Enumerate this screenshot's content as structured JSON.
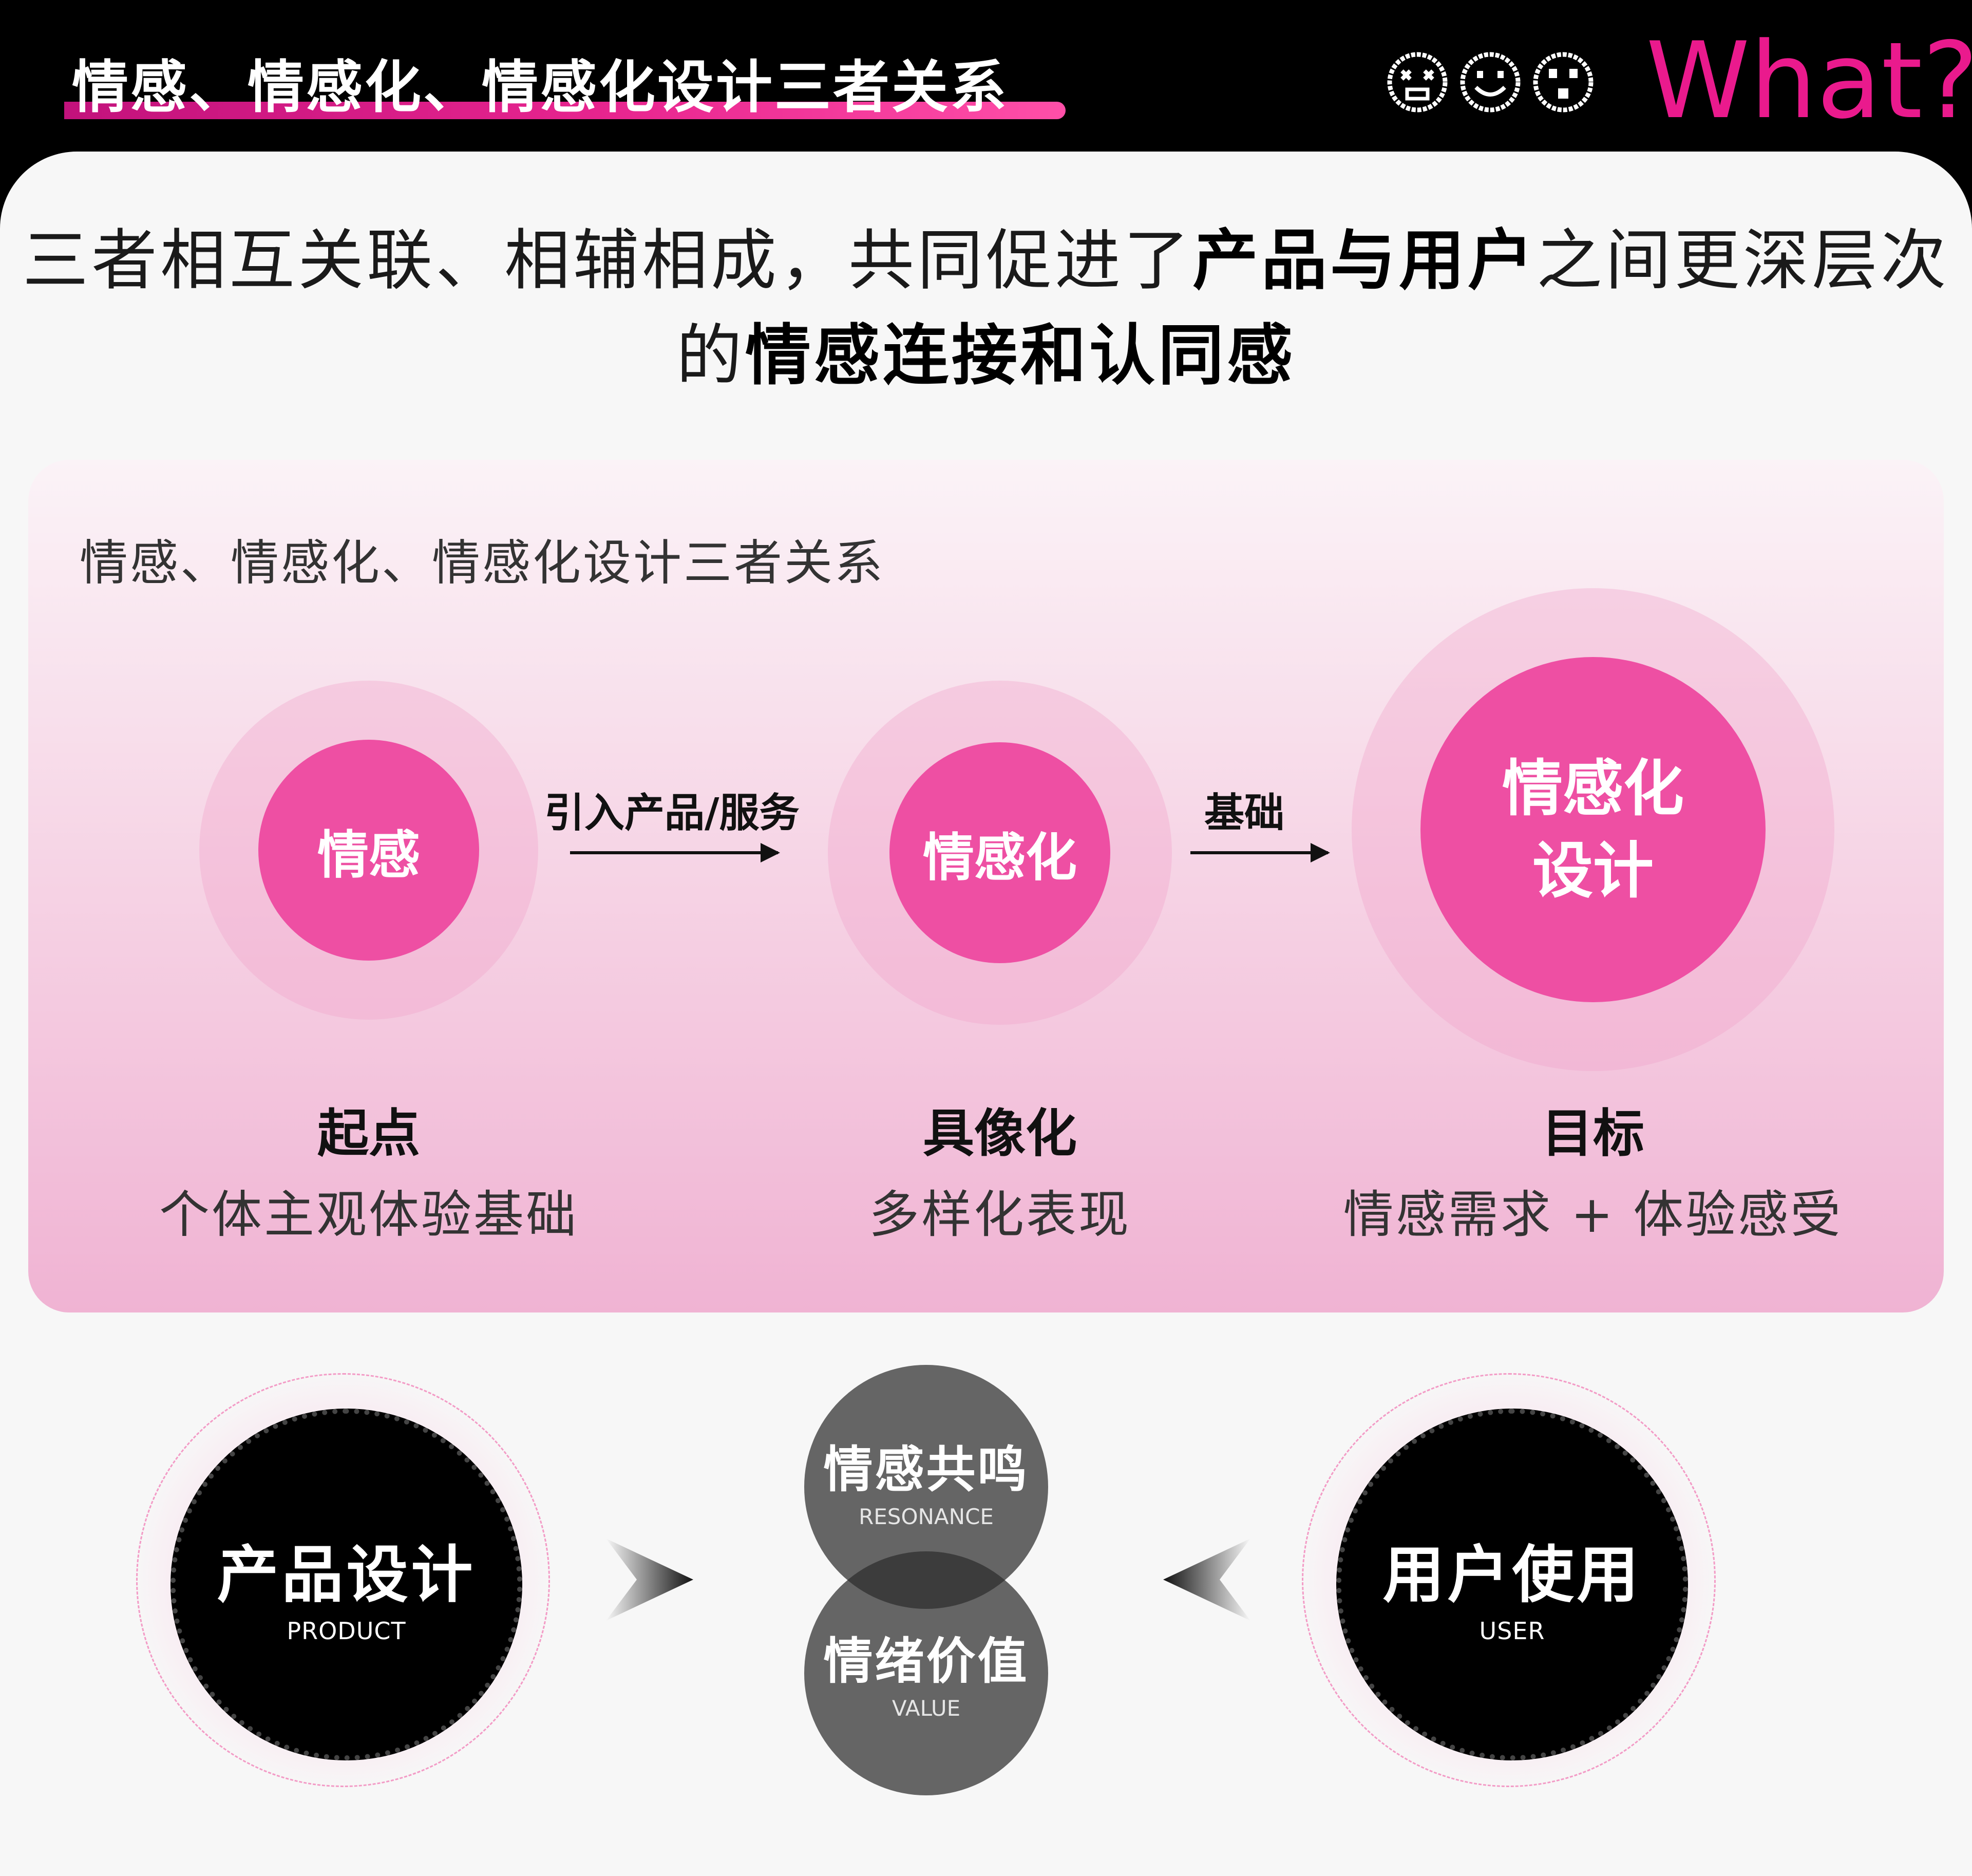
{
  "header": {
    "title": "情感、情感化、情感化设计三者关系",
    "what_label": "What?",
    "icons": [
      "dizzy-face-icon",
      "smiley-face-icon",
      "surprised-face-icon"
    ],
    "accent_color": "#ea1a8d"
  },
  "intro": {
    "line1_pre": "三者相互关联、相辅相成，共同促进了",
    "line1_bold": "产品与用户",
    "line1_post": "之间更深层次",
    "line2_pre": "的",
    "line2_bold": "情感连接和认同感"
  },
  "relation_box": {
    "title": "情感、情感化、情感化设计三者关系",
    "stages": [
      {
        "circle_label": "情感",
        "title": "起点",
        "desc": "个体主观体验基础"
      },
      {
        "circle_label": "情感化",
        "title": "具像化",
        "desc": "多样化表现"
      },
      {
        "circle_label_line1": "情感化",
        "circle_label_line2": "设计",
        "title": "目标",
        "desc": "情感需求 + 体验感受"
      }
    ],
    "arrows": [
      {
        "label": "引入产品/服务"
      },
      {
        "label": "基础"
      }
    ],
    "circle_color": "#ee4fa3"
  },
  "bottom": {
    "product": {
      "cn": "产品设计",
      "en": "PRODUCT"
    },
    "user": {
      "cn": "用户使用",
      "en": "USER"
    },
    "resonance": {
      "cn": "情感共鸣",
      "en": "RESONANCE"
    },
    "value": {
      "cn": "情绪价值",
      "en": "VALUE"
    }
  }
}
